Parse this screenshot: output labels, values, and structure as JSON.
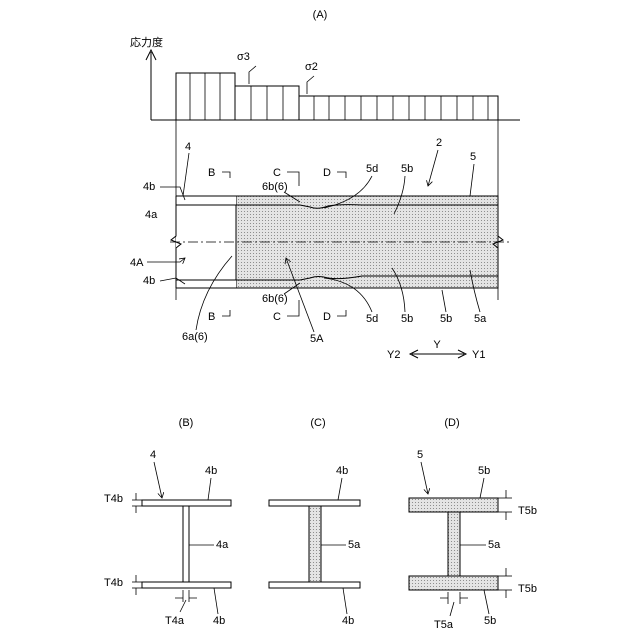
{
  "panels": {
    "A": "(A)",
    "B": "(B)",
    "C": "(C)",
    "D": "(D)"
  },
  "stress_axis_label": "応力度",
  "stress_labels": {
    "sigma3": "σ3",
    "sigma2": "σ2"
  },
  "panel_a_labels": {
    "l4": "4",
    "l4b_top": "4b",
    "l4a": "4a",
    "l4A": "4A",
    "l4b_bottom": "4b",
    "l2": "2",
    "l5": "5",
    "l5d_top": "5d",
    "l5b_top": "5b",
    "l6b6_top": "6b(6)",
    "l6b6_bottom": "6b(6)",
    "l5d_bottom": "5d",
    "l5b_bottom1": "5b",
    "l5b_bottom2": "5b",
    "l5a": "5a",
    "l6a6": "6a(6)",
    "l5A": "5A",
    "B_top": "B",
    "C_top": "C",
    "D_top": "D",
    "B_bottom": "B",
    "C_bottom": "C",
    "D_bottom": "D"
  },
  "direction": {
    "Y": "Y",
    "Y1": "Y1",
    "Y2": "Y2"
  },
  "section_B_labels": {
    "num": "4",
    "flange_top": "4b",
    "t_top": "T4b",
    "web": "4a",
    "t_bottom": "T4b",
    "t_web": "T4a",
    "flange_bottom": "4b"
  },
  "section_C_labels": {
    "flange_top": "4b",
    "web": "5a",
    "flange_bottom": "4b"
  },
  "section_D_labels": {
    "num": "5",
    "flange_top": "5b",
    "t_top": "T5b",
    "web": "5a",
    "t_bottom": "T5b",
    "t_web": "T5a",
    "flange_bottom": "5b"
  }
}
